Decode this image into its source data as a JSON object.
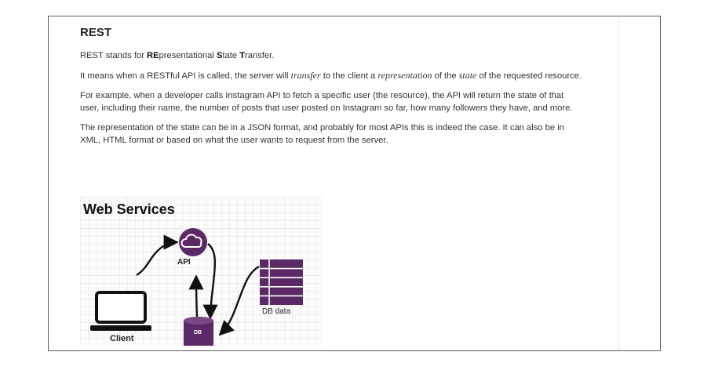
{
  "article": {
    "title": "REST",
    "p1": {
      "t1": "REST stands for ",
      "b1": "RE",
      "t2": "presentational ",
      "b2": "S",
      "t3": "tate ",
      "b3": "T",
      "t4": "ransfer."
    },
    "p2": {
      "t1": "It means when a RESTful API is called, the server will ",
      "i1": "transfer",
      "t2": " to the client a ",
      "i2": "representation",
      "t3": " of the ",
      "i3": "state",
      "t4": " of the requested resource."
    },
    "p3": "For example, when a developer calls Instagram API to fetch a specific user (the resource), the API will return the state of that user, including their name, the number of posts that user posted on Instagram so far, how many followers they have, and more.",
    "p4": "The representation of the state can be in a JSON format, and probably for most APIs this is indeed the case. It can also be in XML, HTML format or based on what the user wants to request from the server."
  },
  "diagram": {
    "title": "Web Services",
    "labels": {
      "api": "API",
      "client": "Client",
      "db": "DB",
      "db_data": "DB data"
    },
    "icons": {
      "api": "cloud-icon",
      "client": "laptop-icon",
      "db": "database-icon",
      "db_data": "table-icon"
    },
    "colors": {
      "accent": "#5b2a66",
      "dark": "#111111"
    }
  }
}
